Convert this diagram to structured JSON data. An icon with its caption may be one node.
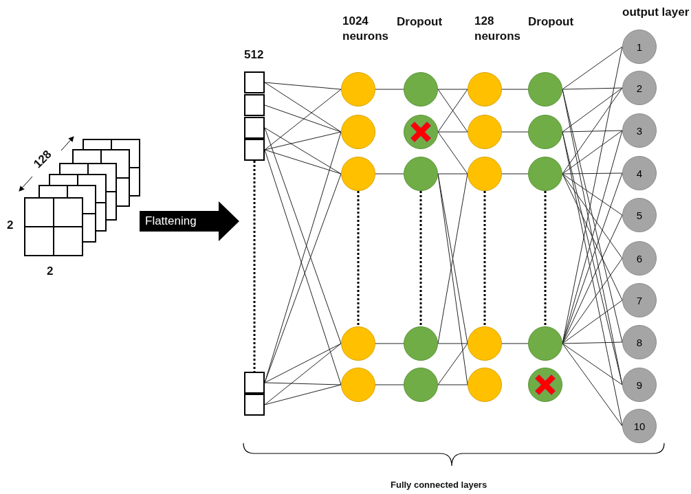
{
  "diagram": {
    "nodes": [
      {
        "text": [
          "Flattening"
        ]
      },
      {
        "text": [],
        "shape": "box"
      },
      {
        "text": [],
        "shape": "box"
      },
      {
        "text": [],
        "shape": "box"
      },
      {
        "text": [],
        "shape": "box"
      },
      {
        "text": [],
        "shape": "box"
      },
      {
        "text": [],
        "shape": "box"
      },
      {
        "text": [],
        "shape": "circle"
      },
      {
        "text": [],
        "shape": "circle"
      },
      {
        "text": [],
        "shape": "circle"
      },
      {
        "text": [],
        "shape": "circle"
      },
      {
        "text": [],
        "shape": "circle"
      },
      {
        "text": [],
        "shape": "circle"
      },
      {
        "text": [],
        "shape": "circle"
      },
      {
        "text": [],
        "shape": "circle"
      },
      {
        "text": [],
        "shape": "circle"
      },
      {
        "text": [],
        "shape": "circle"
      },
      {
        "text": [],
        "shape": "circle"
      },
      {
        "text": [],
        "shape": "circle"
      },
      {
        "text": [],
        "shape": "circle"
      },
      {
        "text": [],
        "shape": "circle"
      },
      {
        "text": [],
        "shape": "circle"
      },
      {
        "text": [],
        "shape": "circle"
      },
      {
        "text": [],
        "shape": "circle"
      },
      {
        "text": [],
        "shape": "circle"
      },
      {
        "text": [],
        "shape": "circle"
      },
      {
        "text": [],
        "shape": "circle"
      },
      {
        "text": [
          "1"
        ]
      },
      {
        "text": [
          "2"
        ]
      },
      {
        "text": [
          "3"
        ]
      },
      {
        "text": [
          "4"
        ]
      },
      {
        "text": [
          "5"
        ]
      },
      {
        "text": [
          "6"
        ]
      },
      {
        "text": [
          "7"
        ]
      },
      {
        "text": [
          "8"
        ]
      },
      {
        "text": [
          "9"
        ]
      },
      {
        "text": [
          "10"
        ]
      }
    ],
    "edges": [
      {
        "from": 1,
        "to": 7,
        "arrow": "none"
      },
      {
        "from": 1,
        "to": 8,
        "arrow": "none"
      },
      {
        "from": 2,
        "to": 8,
        "arrow": "none"
      },
      {
        "from": 3,
        "to": 9,
        "arrow": "none"
      },
      {
        "from": 3,
        "to": 10,
        "arrow": "none"
      },
      {
        "from": 4,
        "to": 7,
        "arrow": "none"
      },
      {
        "from": 4,
        "to": 8,
        "arrow": "none"
      },
      {
        "from": 4,
        "to": 9,
        "arrow": "none"
      },
      {
        "from": 4,
        "to": 11,
        "arrow": "none"
      },
      {
        "from": 5,
        "to": 8,
        "arrow": "none"
      },
      {
        "from": 5,
        "to": 9,
        "arrow": "none"
      },
      {
        "from": 5,
        "to": 10,
        "arrow": "none"
      },
      {
        "from": 5,
        "to": 11,
        "arrow": "none"
      },
      {
        "from": 6,
        "to": 10,
        "arrow": "none"
      },
      {
        "from": 6,
        "to": 11,
        "arrow": "none"
      },
      {
        "from": 4,
        "to": 5,
        "arrow": "none",
        "style": "dashed"
      },
      {
        "from": 9,
        "to": 10,
        "arrow": "none",
        "style": "dashed"
      },
      {
        "from": 14,
        "to": 15,
        "arrow": "none",
        "style": "dashed"
      },
      {
        "from": 19,
        "to": 20,
        "arrow": "none",
        "style": "dashed"
      },
      {
        "from": 24,
        "to": 25,
        "arrow": "none",
        "style": "dashed"
      },
      {
        "from": 7,
        "to": 12,
        "arrow": "none"
      },
      {
        "from": 9,
        "to": 14,
        "arrow": "none"
      },
      {
        "from": 10,
        "to": 15,
        "arrow": "none"
      },
      {
        "from": 11,
        "to": 16,
        "arrow": "none"
      },
      {
        "from": 12,
        "to": 17,
        "arrow": "none"
      },
      {
        "from": 12,
        "to": 18,
        "arrow": "none"
      },
      {
        "from": 13,
        "to": 17,
        "arrow": "none"
      },
      {
        "from": 13,
        "to": 18,
        "arrow": "none"
      },
      {
        "from": 13,
        "to": 19,
        "arrow": "none"
      },
      {
        "from": 14,
        "to": 19,
        "arrow": "none"
      },
      {
        "from": 14,
        "to": 20,
        "arrow": "none"
      },
      {
        "from": 14,
        "to": 21,
        "arrow": "none"
      },
      {
        "from": 15,
        "to": 19,
        "arrow": "none"
      },
      {
        "from": 15,
        "to": 20,
        "arrow": "none"
      },
      {
        "from": 16,
        "to": 20,
        "arrow": "none"
      },
      {
        "from": 16,
        "to": 21,
        "arrow": "none"
      },
      {
        "from": 17,
        "to": 22,
        "arrow": "none"
      },
      {
        "from": 18,
        "to": 23,
        "arrow": "none"
      },
      {
        "from": 19,
        "to": 24,
        "arrow": "none"
      },
      {
        "from": 20,
        "to": 25,
        "arrow": "none"
      },
      {
        "from": 22,
        "to": 27,
        "arrow": "none"
      },
      {
        "from": 22,
        "to": 28,
        "arrow": "none"
      },
      {
        "from": 22,
        "to": 34,
        "arrow": "none"
      },
      {
        "from": 22,
        "to": 35,
        "arrow": "none"
      },
      {
        "from": 23,
        "to": 28,
        "arrow": "none"
      },
      {
        "from": 23,
        "to": 29,
        "arrow": "none"
      },
      {
        "from": 23,
        "to": 35,
        "arrow": "none"
      },
      {
        "from": 23,
        "to": 36,
        "arrow": "none"
      },
      {
        "from": 24,
        "to": 28,
        "arrow": "none"
      },
      {
        "from": 24,
        "to": 29,
        "arrow": "none"
      },
      {
        "from": 24,
        "to": 30,
        "arrow": "none"
      },
      {
        "from": 24,
        "to": 31,
        "arrow": "none"
      },
      {
        "from": 24,
        "to": 32,
        "arrow": "none"
      },
      {
        "from": 24,
        "to": 33,
        "arrow": "none"
      },
      {
        "from": 25,
        "to": 27,
        "arrow": "none"
      },
      {
        "from": 25,
        "to": 29,
        "arrow": "none"
      },
      {
        "from": 25,
        "to": 30,
        "arrow": "none"
      },
      {
        "from": 25,
        "to": 31,
        "arrow": "none"
      },
      {
        "from": 25,
        "to": 32,
        "arrow": "none"
      },
      {
        "from": 25,
        "to": 33,
        "arrow": "none"
      },
      {
        "from": 25,
        "to": 34,
        "arrow": "none"
      },
      {
        "from": 25,
        "to": 35,
        "arrow": "none"
      },
      {
        "from": 25,
        "to": 36,
        "arrow": "none"
      }
    ],
    "labels": [
      "1024 neurons",
      "Dropout",
      "128 neurons",
      "Dropout",
      "output layer",
      "512",
      "128",
      "2",
      "2",
      "Fully connected layers"
    ]
  }
}
